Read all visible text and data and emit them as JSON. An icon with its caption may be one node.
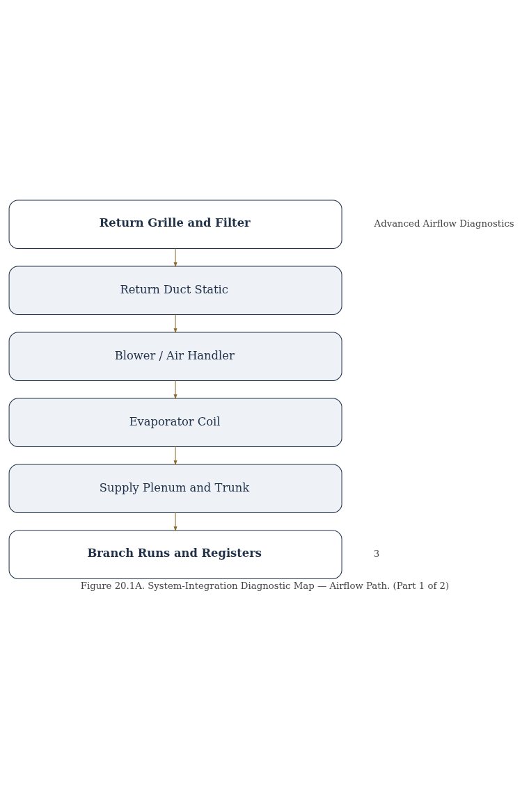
{
  "diagram": {
    "caption": "Figure 20.1A. System-Integration Diagnostic Map — Airflow Path. (Part 1 of 2)",
    "nodes": [
      {
        "text": [
          "Return Grille and Filter"
        ]
      },
      {
        "text": [
          "Return Duct Static"
        ]
      },
      {
        "text": [
          "Blower / Air Handler"
        ]
      },
      {
        "text": [
          "Evaporator Coil"
        ]
      },
      {
        "text": [
          "Supply Plenum and Trunk"
        ]
      },
      {
        "text": [
          "Branch Runs and Registers"
        ]
      }
    ],
    "edges": [
      {
        "from": 0,
        "to": 1,
        "arrow": "to"
      },
      {
        "from": 1,
        "to": 2,
        "arrow": "to"
      },
      {
        "from": 2,
        "to": 3,
        "arrow": "to"
      },
      {
        "from": 3,
        "to": 4,
        "arrow": "to"
      },
      {
        "from": 4,
        "to": 5,
        "arrow": "to"
      }
    ],
    "labels": [
      "Advanced Airflow Diagnostics",
      "3"
    ]
  }
}
